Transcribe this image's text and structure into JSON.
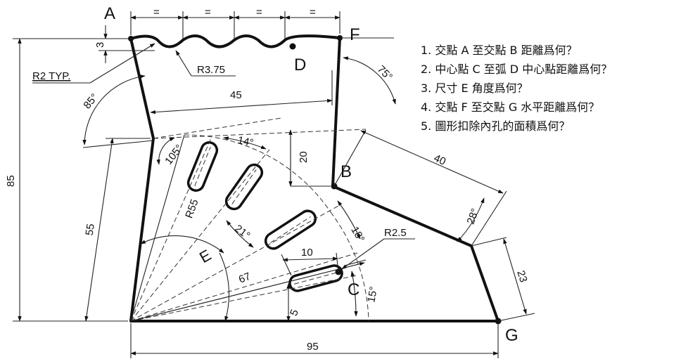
{
  "points": {
    "A": "A",
    "B": "B",
    "C": "C",
    "D": "D",
    "F": "F",
    "G": "G",
    "E": "E"
  },
  "dims": {
    "eq": "=",
    "d3": "3",
    "r2typ": "R2 TYP.",
    "r375": "R3.75",
    "d45": "45",
    "a85": "85°",
    "a75": "75°",
    "d85": "85",
    "d20": "20",
    "d40": "40",
    "a105": "105°",
    "a14": "14°",
    "r55": "R55",
    "d55": "55",
    "a21": "21°",
    "a18": "18°",
    "a28": "28°",
    "r25": "R2.5",
    "d10": "10",
    "d67": "67",
    "a15": "15°",
    "d5": "5",
    "d23": "23",
    "d95": "95"
  },
  "questions": [
    "1.  交點 A 至交點 B 距離爲何？",
    "2.  中心點 C 至弧 D 中心點距離爲何？",
    "3.  尺寸 E 角度爲何？",
    "4.  交點 F 至交點 G 水平距離爲何？",
    "5.  圖形扣除內孔的面積爲何？"
  ]
}
